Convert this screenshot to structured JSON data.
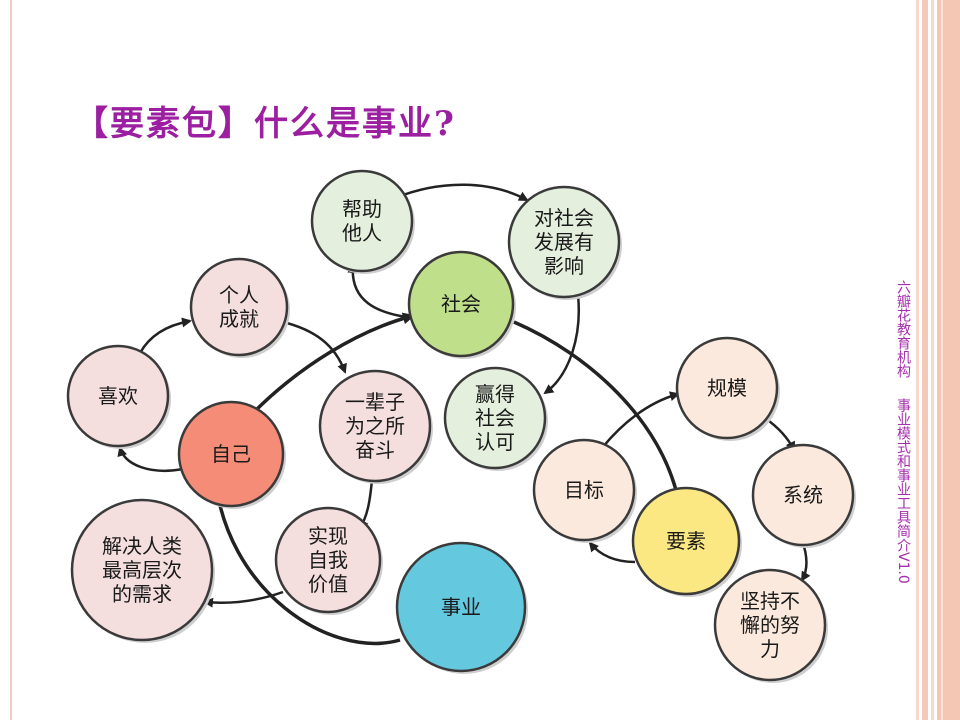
{
  "title": "【要素包】什么是事业?",
  "side_text": {
    "org": "六瓣花教育机构",
    "course": "事业模式和事业工具简介V1.0"
  },
  "nodes": [
    {
      "id": "bangzhu",
      "lines": [
        "帮助",
        "他人"
      ],
      "fill": "#e4efdd"
    },
    {
      "id": "duishehui",
      "lines": [
        "对社会",
        "发展有",
        "影响"
      ],
      "fill": "#e4efdd"
    },
    {
      "id": "shehui",
      "lines": [
        "社会"
      ],
      "fill": "#bfdf8a"
    },
    {
      "id": "gerenchengjiu",
      "lines": [
        "个人",
        "成就"
      ],
      "fill": "#f4dede"
    },
    {
      "id": "xihuan",
      "lines": [
        "喜欢"
      ],
      "fill": "#f4dede"
    },
    {
      "id": "ziji",
      "lines": [
        "自己"
      ],
      "fill": "#f48c78"
    },
    {
      "id": "yibeizi",
      "lines": [
        "一辈子",
        "为之所",
        "奋斗"
      ],
      "fill": "#f4dede"
    },
    {
      "id": "yingde",
      "lines": [
        "赢得",
        "社会",
        "认可"
      ],
      "fill": "#e4efdd"
    },
    {
      "id": "shixian",
      "lines": [
        "实现",
        "自我",
        "价值"
      ],
      "fill": "#f4dede"
    },
    {
      "id": "jiejue",
      "lines": [
        "解决人类",
        "最高层次",
        "的需求"
      ],
      "fill": "#f4dede"
    },
    {
      "id": "shiye",
      "lines": [
        "事业"
      ],
      "fill": "#64c8df"
    },
    {
      "id": "guimo",
      "lines": [
        "规模"
      ],
      "fill": "#fbe9dd"
    },
    {
      "id": "mubiao",
      "lines": [
        "目标"
      ],
      "fill": "#fbe9dd"
    },
    {
      "id": "xitong",
      "lines": [
        "系统"
      ],
      "fill": "#fbe9dd"
    },
    {
      "id": "yaosu",
      "lines": [
        "要素"
      ],
      "fill": "#fbe883"
    },
    {
      "id": "jianchi",
      "lines": [
        "坚持不",
        "懈的努",
        "力"
      ],
      "fill": "#fbe9dd"
    }
  ]
}
